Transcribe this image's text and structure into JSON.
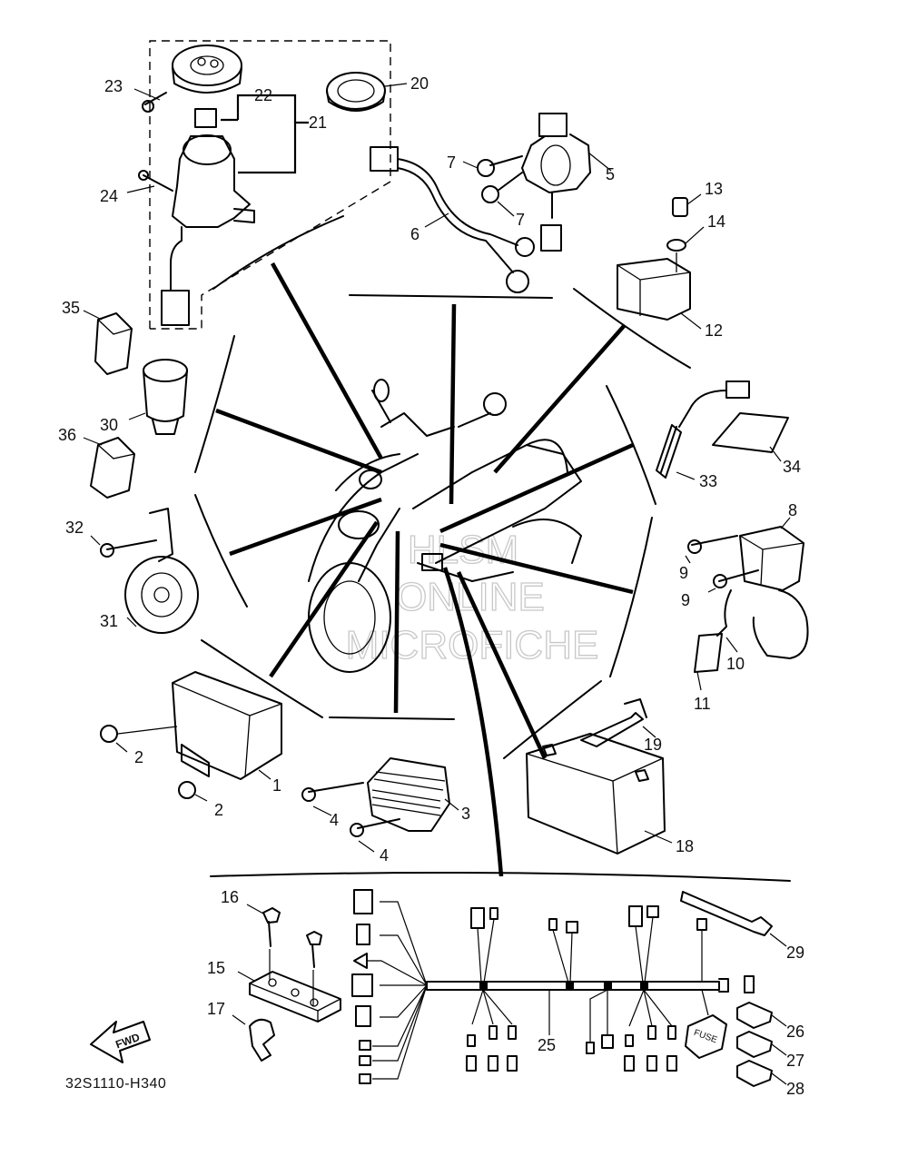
{
  "diagram": {
    "drawing_code": "32S1110-H340",
    "fwd_label": "FWD",
    "fuse_label": "FUSE",
    "watermark_lines": [
      "HLSM",
      "ONLINE",
      "MICROFICHE"
    ],
    "callouts": {
      "c1": "1",
      "c2a": "2",
      "c2b": "2",
      "c3": "3",
      "c4a": "4",
      "c4b": "4",
      "c5": "5",
      "c6": "6",
      "c7a": "7",
      "c7b": "7",
      "c8": "8",
      "c9a": "9",
      "c9b": "9",
      "c10": "10",
      "c11": "11",
      "c12": "12",
      "c13": "13",
      "c14": "14",
      "c15": "15",
      "c16": "16",
      "c17": "17",
      "c18": "18",
      "c19": "19",
      "c20": "20",
      "c21": "21",
      "c22": "22",
      "c23": "23",
      "c24": "24",
      "c25": "25",
      "c26": "26",
      "c27": "27",
      "c28": "28",
      "c29": "29",
      "c30": "30",
      "c31": "31",
      "c32": "32",
      "c33": "33",
      "c34": "34",
      "c35": "35",
      "c36": "36"
    }
  }
}
